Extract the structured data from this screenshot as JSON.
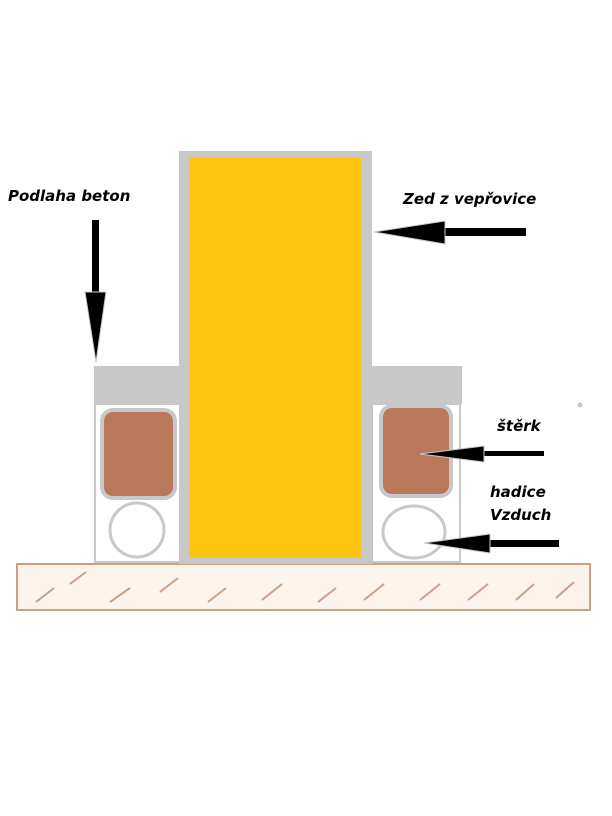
{
  "labels": {
    "floor": "Podlaha beton",
    "wall": "Zed z vepřovice",
    "gravel": "štěrk",
    "hose_line1": "hadice",
    "hose_line2": "Vzduch"
  },
  "colors": {
    "wall_fill": "#FDC50F",
    "concrete": "#C8C8C8",
    "gravel": "#B9785A",
    "ground_fill": "#FBF3EC",
    "ground_hatch": "#C9A089",
    "arrow": "#000000",
    "outline": "#C8C8C8"
  }
}
